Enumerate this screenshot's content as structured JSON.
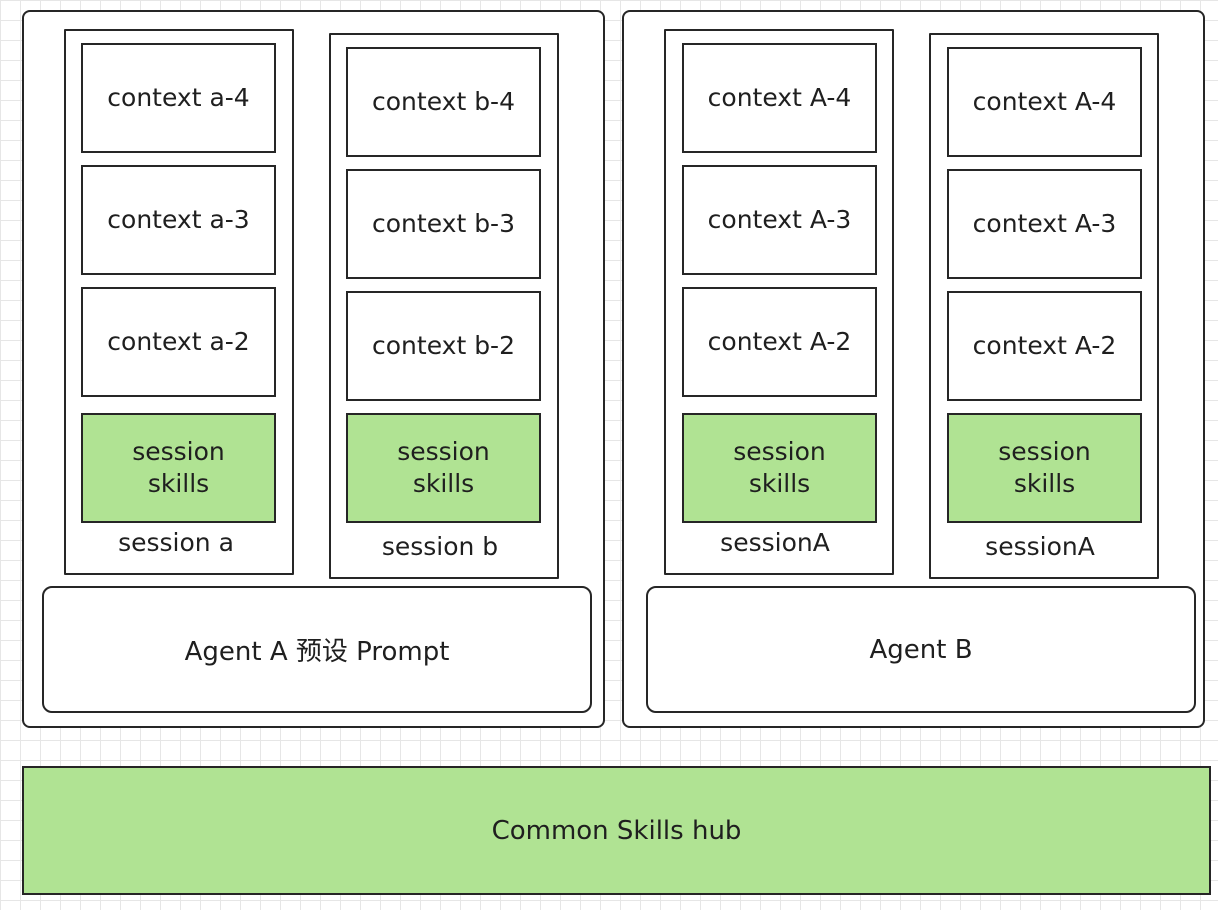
{
  "agents": [
    {
      "prompt_label": "Agent A 预设 Prompt",
      "sessions": [
        {
          "label": "session a",
          "contexts": [
            "context a-4",
            "context a-3",
            "context a-2"
          ],
          "skills_line1": "session",
          "skills_line2": "skills"
        },
        {
          "label": "session b",
          "contexts": [
            "context b-4",
            "context b-3",
            "context b-2"
          ],
          "skills_line1": "session",
          "skills_line2": "skills"
        }
      ]
    },
    {
      "prompt_label": "Agent B",
      "sessions": [
        {
          "label": "sessionA",
          "contexts": [
            "context A-4",
            "context A-3",
            "context A-2"
          ],
          "skills_line1": "session",
          "skills_line2": "skills"
        },
        {
          "label": "sessionA",
          "contexts": [
            "context A-4",
            "context A-3",
            "context A-2"
          ],
          "skills_line1": "session",
          "skills_line2": "skills"
        }
      ]
    }
  ],
  "hub": {
    "label": "Common Skills hub"
  },
  "colors": {
    "skills_fill": "#b0e393",
    "stroke": "#262626"
  }
}
